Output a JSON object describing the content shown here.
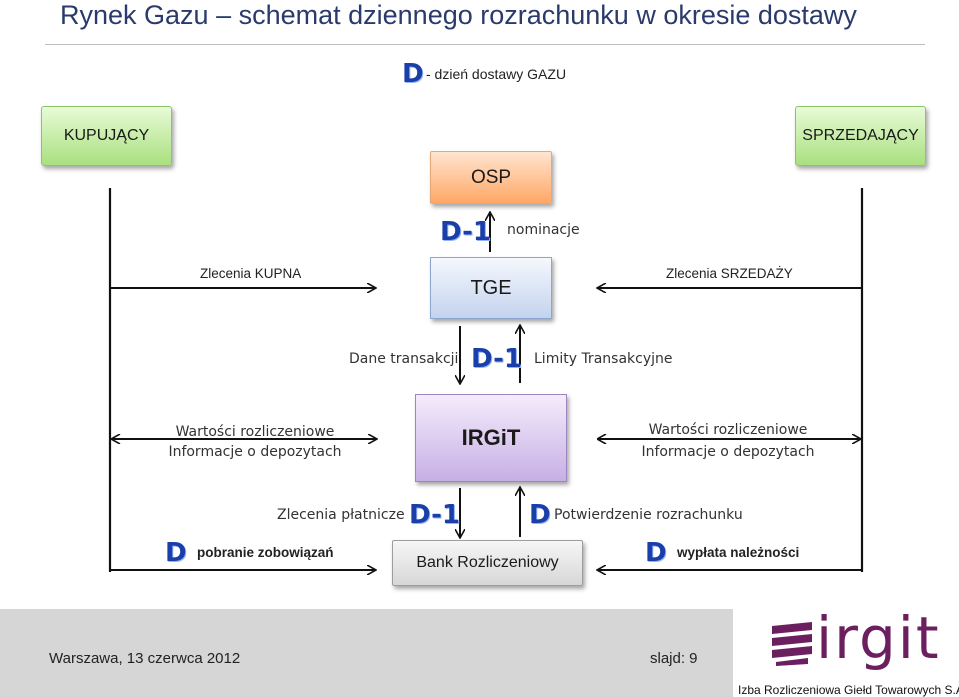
{
  "title": "Rynek Gazu – schemat dziennego rozrachunku w okresie dostawy",
  "legend": {
    "badge": "D",
    "text": "-  dzień dostawy GAZU"
  },
  "nodes": {
    "buyer": "KUPUJĄCY",
    "seller": "SPRZEDAJĄCY",
    "osp": "OSP",
    "tge": "TGE",
    "irgit": "IRGiT",
    "bank": "Bank Rozliczeniowy"
  },
  "badges": {
    "d1": "D-1",
    "d": "D"
  },
  "labels": {
    "nominations": "nominacje",
    "buy_orders": "Zlecenia  KUPNA",
    "sell_orders": "Zlecenia  SRZEDAŻY",
    "trade_data": "Dane transakcji",
    "trade_limits": "Limity Transakcyjne",
    "left_values": "Wartości rozliczeniowe",
    "left_deposits": "Informacje o depozytach",
    "right_values": "Wartości rozliczeniowe",
    "right_deposits": "Informacje o depozytach",
    "payer_orders": "Zlecenia płatnicze",
    "settlement_confirm": "Potwierdzenie rozrachunku",
    "collect": "pobranie zobowiązań",
    "payout": "wypłata należności"
  },
  "footer": {
    "place_date": "Warszawa, 13 czerwca 2012",
    "slide": "slajd: 9",
    "logo_word": "irgit",
    "company": "Izba Rozliczeniowa Giełd Towarowych S.A."
  },
  "colors": {
    "title": "#2a3a6c",
    "badge": "#1b3fa8",
    "logo": "#6b1f5f"
  }
}
